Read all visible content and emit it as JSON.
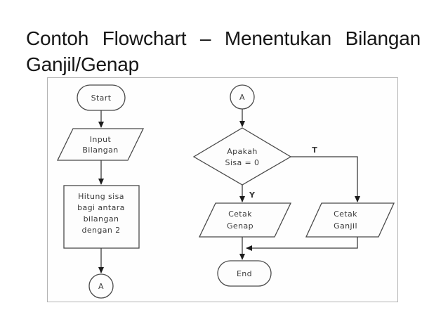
{
  "title": {
    "line1": "Contoh Flowchart – Menentukan Bilangan",
    "line2": "Ganjil/Genap"
  },
  "flowchart": {
    "start": {
      "label": "Start"
    },
    "input": {
      "lines": [
        "Input",
        "Bilangan"
      ]
    },
    "process": {
      "lines": [
        "Hitung sisa",
        "bagi antara",
        "bilangan",
        "dengan 2"
      ]
    },
    "connector_left": {
      "label": "A"
    },
    "connector_right": {
      "label": "A"
    },
    "decision": {
      "lines": [
        "Apakah",
        "Sisa = 0"
      ]
    },
    "branch_yes": {
      "label": "Y"
    },
    "branch_no": {
      "label": "T"
    },
    "output_even": {
      "lines": [
        "Cetak",
        "Genap"
      ]
    },
    "output_odd": {
      "lines": [
        "Cetak",
        "Ganjil"
      ]
    },
    "end": {
      "label": "End"
    },
    "colors": {
      "shape_stroke": "#4a4a4a",
      "text": "#3a3a3a",
      "frame_border": "#b3b3b3",
      "background": "#ffffff"
    }
  }
}
